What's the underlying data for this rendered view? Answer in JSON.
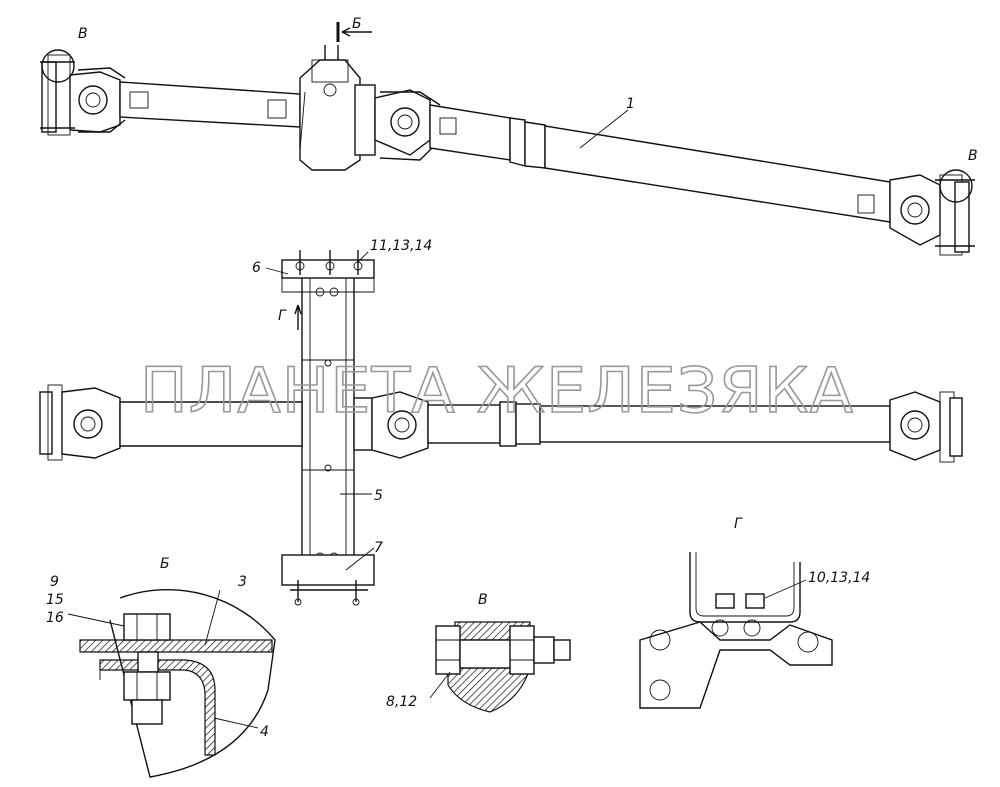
{
  "labels": {
    "part_1": "1",
    "part_3": "3",
    "part_4": "4",
    "part_5": "5",
    "part_6": "6",
    "part_7": "7",
    "fasteners_top": "11,13,14",
    "fasteners_detail_g": "10,13,14",
    "fasteners_detail_v": "8,12",
    "stack_9": "9",
    "stack_15": "15",
    "stack_16": "16",
    "view_b_arrow": "Б",
    "view_g_arrow": "Г",
    "callout_v_left": "В",
    "callout_v_right": "В",
    "detail_b_title": "Б",
    "detail_v_title": "В",
    "detail_g_title": "Г"
  },
  "watermark": "ПЛАНЕТА ЖЕЛЕЗЯКА",
  "colors": {
    "ink": "#111111",
    "watermark": "#999999",
    "hatch": "#111111"
  }
}
